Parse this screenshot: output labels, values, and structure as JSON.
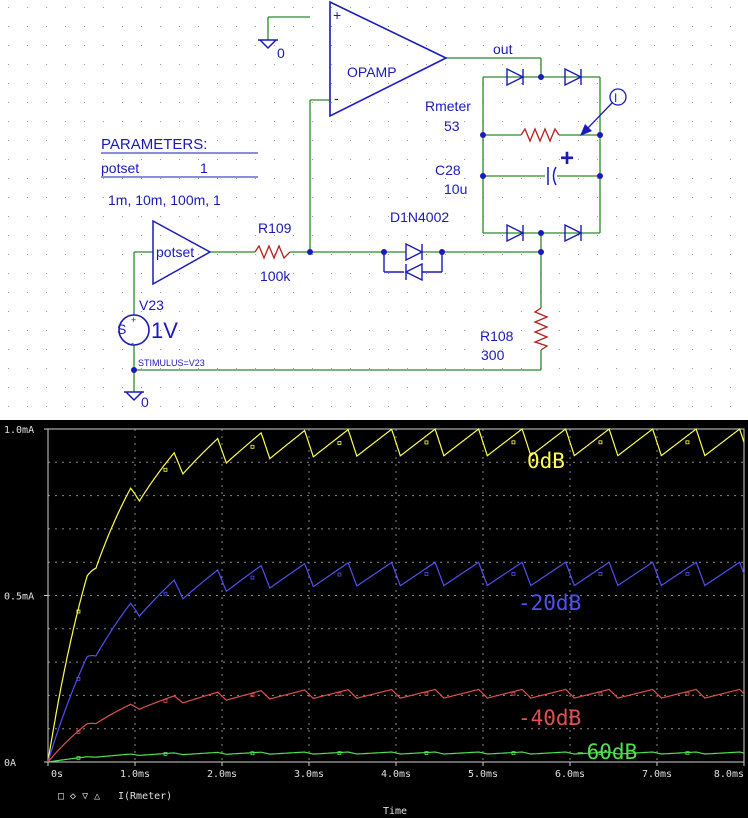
{
  "schematic": {
    "parameters_title": "PARAMETERS:",
    "param_name": "potset",
    "param_value": "1",
    "param_values_list": "1m, 10m, 100m, 1",
    "potset_block": "potset",
    "opamp_label": "OPAMP",
    "opamp_plus": "+",
    "opamp_minus": "-",
    "out_label": "out",
    "rmeter_name": "Rmeter",
    "rmeter_value": "53",
    "c28_name": "C28",
    "c28_value": "10u",
    "cap_plus": "+",
    "r109_name": "R109",
    "r109_value": "100k",
    "diode_name": "D1N4002",
    "r108_name": "R108",
    "r108_value": "300",
    "v23_name": "V23",
    "v23_value": "1V",
    "source_symbol": "S",
    "src_plus": "+",
    "src_minus": "-",
    "stimulus_label": "STIMULUS=V23",
    "ground_top": "0",
    "ground_bottom": "0",
    "current_probe": "I"
  },
  "chart_data": {
    "type": "line",
    "title": "",
    "xlabel": "Time",
    "ylabel": "",
    "xlim": [
      0,
      8.0
    ],
    "ylim": [
      0,
      1.0
    ],
    "x_unit": "ms",
    "y_unit": "mA",
    "x_ticks": [
      "0s",
      "1.0ms",
      "2.0ms",
      "3.0ms",
      "4.0ms",
      "5.0ms",
      "6.0ms",
      "7.0ms",
      "8.0ms"
    ],
    "y_ticks": [
      "0A",
      "0.5mA",
      "1.0mA"
    ],
    "grid": true,
    "legend": {
      "markers": "□ ◇ ▽ △",
      "label": "I(Rmeter)"
    },
    "series": [
      {
        "name": "0dB",
        "color": "#ffff50",
        "steady_mean": 0.96,
        "ripple": 0.04,
        "tau_ms": 0.55
      },
      {
        "name": "-20dB",
        "color": "#5050f0",
        "steady_mean": 0.565,
        "ripple": 0.035,
        "tau_ms": 0.6
      },
      {
        "name": "-40dB",
        "color": "#e05050",
        "steady_mean": 0.205,
        "ripple": 0.013,
        "tau_ms": 0.6
      },
      {
        "name": "-60dB",
        "color": "#50e050",
        "steady_mean": 0.027,
        "ripple": 0.003,
        "tau_ms": 0.6
      }
    ],
    "ripple_period_ms": 0.5
  }
}
